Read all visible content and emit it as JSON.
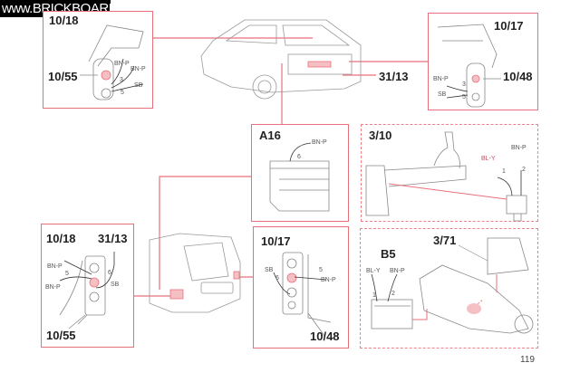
{
  "watermark": "www.BRICKBOARD.com",
  "page_number": "119",
  "accent_color": "#e8707a",
  "top_left_box": {
    "title": "10/18",
    "callout": "10/55",
    "wires": [
      "BN-P",
      "BN-P",
      "SB"
    ],
    "pins": [
      "3",
      "5"
    ]
  },
  "top_right_box": {
    "title": "10/17",
    "callout": "10/48",
    "wires": [
      "BN-P",
      "SB"
    ],
    "pins": [
      "3",
      "5"
    ]
  },
  "sedan_callout": "31/13",
  "a16_box": {
    "title": "A16",
    "wire": "BN-P",
    "pin": "6"
  },
  "gear_switch_box": {
    "title": "3/10",
    "wires": [
      "BL-Y",
      "BN-P"
    ],
    "pins": [
      "1",
      "2"
    ]
  },
  "bottom_left_box": {
    "title": "10/18",
    "title2": "31/13",
    "callout": "10/55",
    "wires": [
      "BN-P",
      "BN-P",
      "SB"
    ],
    "pins": [
      "5",
      "6"
    ]
  },
  "bottom_mid_box": {
    "title": "10/17",
    "callout": "10/48",
    "wires": [
      "SB",
      "BN-P"
    ],
    "pins": [
      "6",
      "5"
    ]
  },
  "auto_box": {
    "title": "B5",
    "callout": "3/71",
    "wires": [
      "BL-Y",
      "BN-P"
    ],
    "pins": [
      "1",
      "2"
    ]
  }
}
